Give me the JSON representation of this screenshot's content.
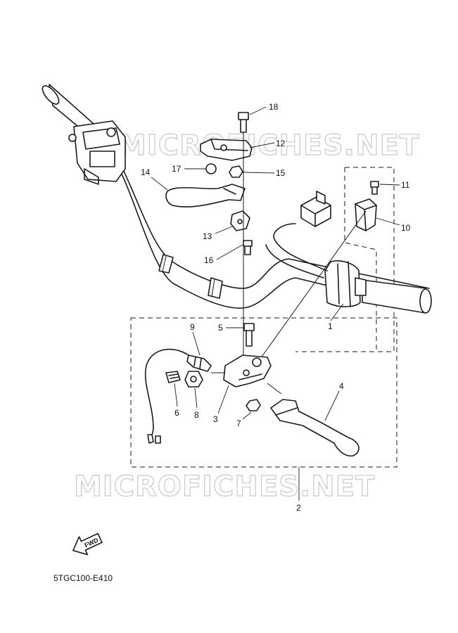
{
  "watermarks": [
    "MICROFICHES.NET",
    "MICROFICHES.NET"
  ],
  "callouts": {
    "c1": "1",
    "c2": "2",
    "c3": "3",
    "c4": "4",
    "c5": "5",
    "c6": "6",
    "c7": "7",
    "c8": "8",
    "c9": "9",
    "c10": "10",
    "c11": "11",
    "c12": "12",
    "c13": "13",
    "c14": "14",
    "c15": "15",
    "c16": "16",
    "c17": "17",
    "c18": "18"
  },
  "fwd_label": "FWD",
  "diagram_code": "5TGC100-E410"
}
